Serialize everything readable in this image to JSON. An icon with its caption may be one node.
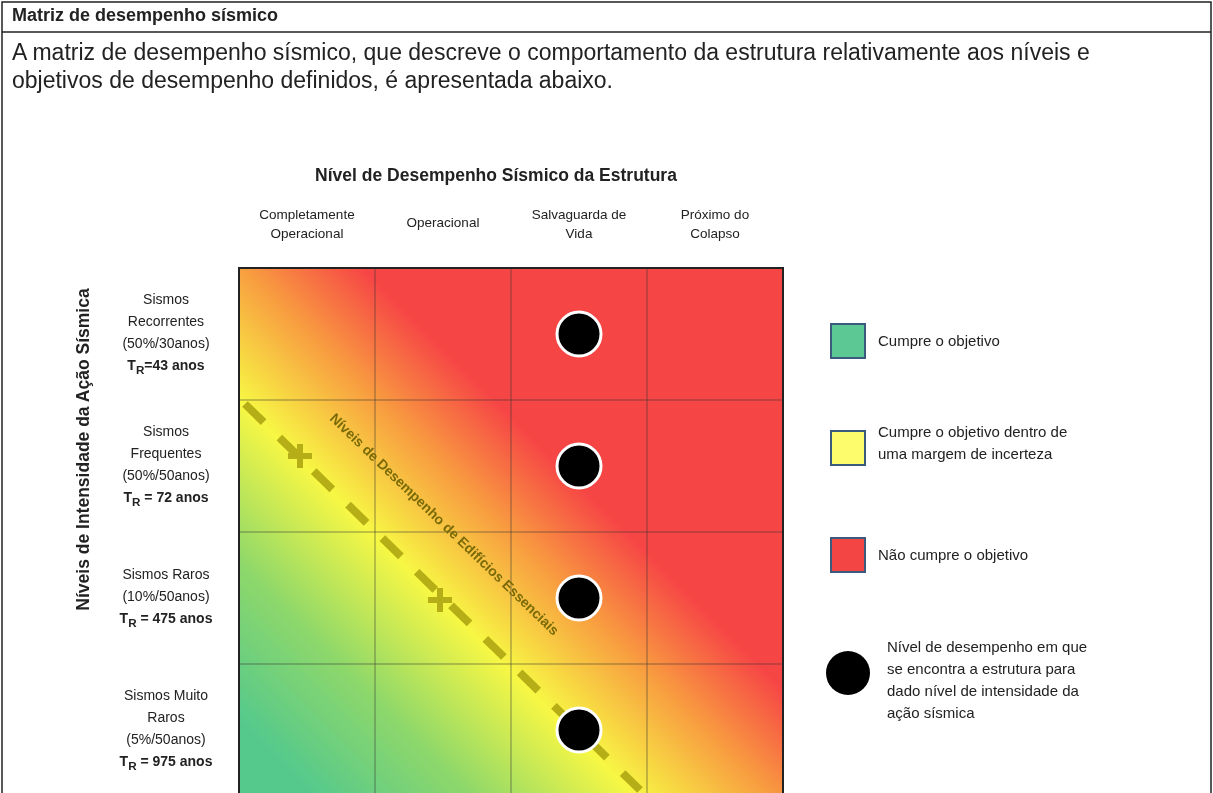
{
  "diagram": {
    "title": "Matriz de desempenho sísmico",
    "labels": [
      "A matriz de desempenho sísmico, que descreve o comportamento da estrutura relativamente aos níveis e objetivos de desempenho definidos, é apresentada abaixo.",
      "Nível de Desempenho Sísmico da Estrutura",
      "Completamente Operacional",
      "Operacional",
      "Salvaguarda de Vida",
      "Próximo do Colapso",
      "Níveis de Intensidade da Ação Sísmica",
      "Sismos Recorrentes (50%/30anos)",
      "T$_{R}$=43 anos",
      "Sismos Frequentes (50%/50anos)",
      "T$_{R}$ = 72 anos",
      "Níveis de Desempenho de Edifícios Essenciais",
      "Sismos Raros (10%/50anos)",
      "T$_{R}$ = 475 anos",
      "Sismos Muito Raros (5%/50anos)",
      "T$_{R}$ = 975 anos"
    ],
    "legend": [
      {
        "text": "Cumpre o objetivo",
        "color": "#5cc994"
      },
      {
        "text": "Cumpre o objetivo dentro de uma margem de incerteza",
        "color": "#fcfc6c"
      },
      {
        "text": "Não cumpre o objetivo",
        "color": "#f44545"
      },
      {
        "text": "Nível de desempenho em que se encontra a estrutura para dado nível de intensidade da ação sísmica"
      }
    ]
  }
}
